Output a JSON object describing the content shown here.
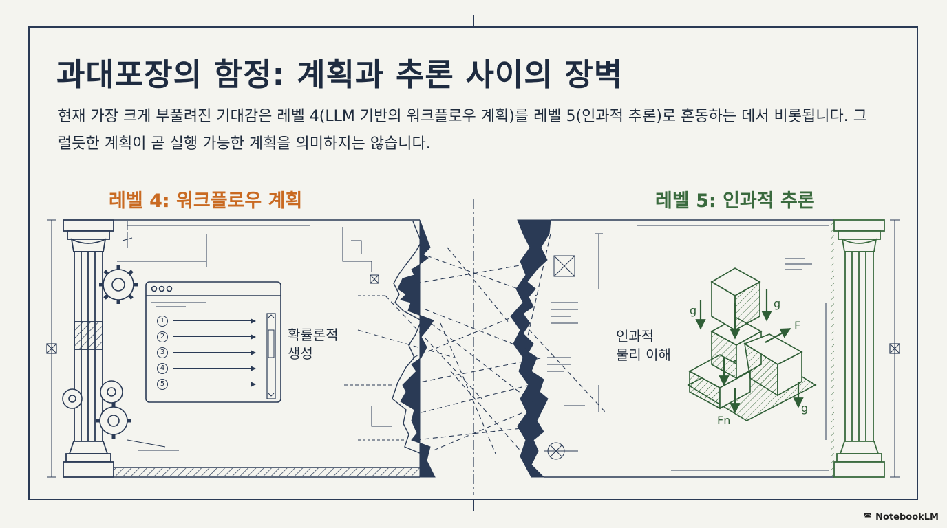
{
  "title": "과대포장의 함정: 계획과 추론 사이의 장벽",
  "subtitle": "현재 가장 크게 부풀려진 기대감은 레벨 4(LLM 기반의 워크플로우 계획)를 레벨 5(인과적 추론)로 혼동하는 데서 비롯됩니다. 그럴듯한 계획이 곧 실행 가능한 계획을 의미하지는 않습니다.",
  "left": {
    "heading": "레벨 4: 워크플로우 계획",
    "caption_line1": "확률론적",
    "caption_line2": "생성",
    "steps": [
      "1",
      "2",
      "3",
      "4",
      "5"
    ],
    "color": "#c96a22"
  },
  "right": {
    "heading": "레벨 5: 인과적 추론",
    "caption_line1": "인과적",
    "caption_line2": "물리 이해",
    "color": "#3a6a3e",
    "force_labels": [
      "g",
      "g",
      "F",
      "g",
      "Fn"
    ]
  },
  "brand": "NotebookLM",
  "colors": {
    "ink": "#2a3a55",
    "background": "#f4f4ef",
    "causal": "#3a6a3e",
    "workflow": "#c96a22"
  },
  "icons": [
    "gear-icon",
    "window-icon",
    "arrow-icon",
    "pillar-icon",
    "cube-icon",
    "notebooklm-icon"
  ]
}
